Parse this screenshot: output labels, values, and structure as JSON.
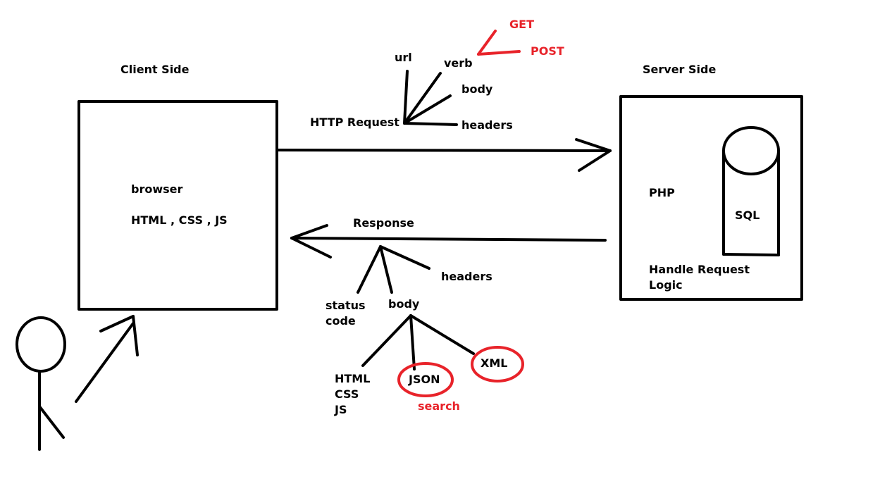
{
  "labels": {
    "client_side": "Client Side",
    "server_side": "Server Side",
    "browser": "browser",
    "html_css_js": "HTML , CSS , JS",
    "http_request": "HTTP Request",
    "url": "url",
    "verb": "verb",
    "body_req": "body",
    "headers_req": "headers",
    "get": "GET",
    "post": "POST",
    "php": "PHP",
    "sql": "SQL",
    "handle_request": "Handle Request",
    "logic": "Logic",
    "response": "Response",
    "headers_res": "headers",
    "status": "status",
    "code": "code",
    "body_res": "body",
    "html": "HTML",
    "css": "CSS",
    "js": "JS",
    "json": "JSON",
    "xml": "XML",
    "search": "search"
  },
  "colors": {
    "ink": "#000000",
    "highlight": "#e8232a"
  }
}
